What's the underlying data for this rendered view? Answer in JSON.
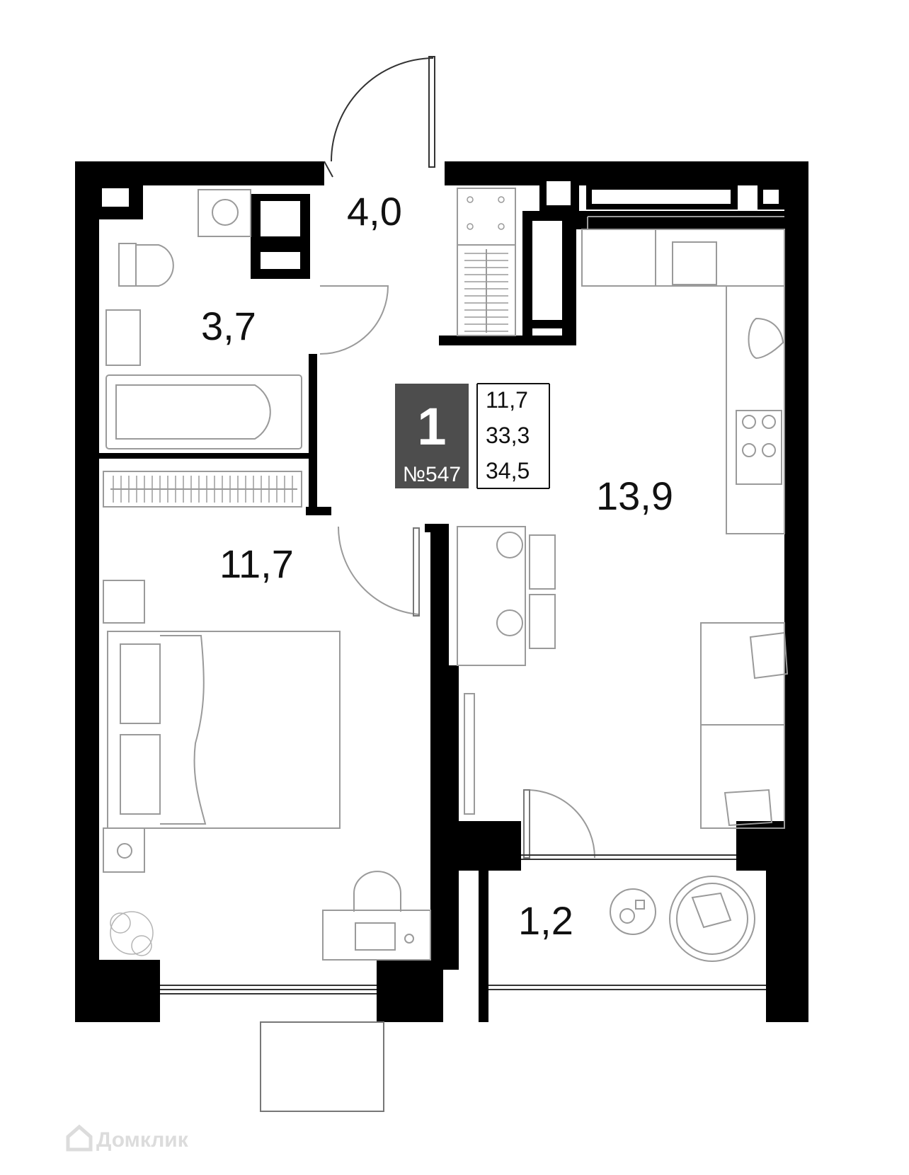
{
  "colors": {
    "wall": "#000000",
    "badge_bg": "#4d4d4d",
    "furniture": "#9a9a9a"
  },
  "rooms": {
    "hall": "4,0",
    "bathroom": "3,7",
    "bedroom": "11,7",
    "kitchen_living": "13,9",
    "balcony": "1,2"
  },
  "badge": {
    "rooms_count": "1",
    "apartment_number": "№547",
    "living_area": "11,7",
    "area_without_balcony": "33,3",
    "total_area": "34,5"
  },
  "watermark": {
    "icon": "house-icon",
    "text": "Домклик"
  }
}
